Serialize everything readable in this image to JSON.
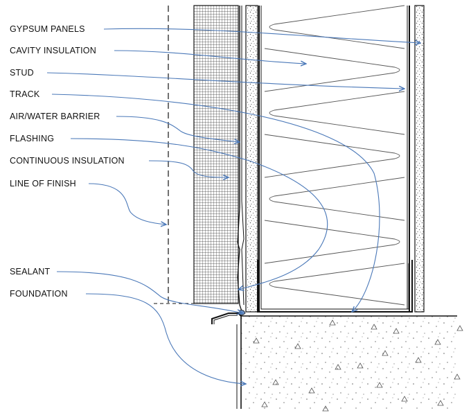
{
  "labels": [
    {
      "id": "gypsum-panels",
      "text": "GYPSUM PANELS"
    },
    {
      "id": "cavity-insulation",
      "text": "CAVITY INSULATION"
    },
    {
      "id": "stud",
      "text": "STUD"
    },
    {
      "id": "track",
      "text": "TRACK"
    },
    {
      "id": "air-water-barrier",
      "text": "AIR/WATER BARRIER"
    },
    {
      "id": "flashing",
      "text": "FLASHING"
    },
    {
      "id": "continuous-insulation",
      "text": "CONTINUOUS INSULATION"
    },
    {
      "id": "line-of-finish",
      "text": "LINE OF FINISH"
    },
    {
      "id": "sealant",
      "text": "SEALANT"
    },
    {
      "id": "foundation",
      "text": "FOUNDATION"
    }
  ],
  "colors": {
    "line": "#111111",
    "leader": "#4a78b8",
    "hatch": "#333333",
    "insulation": "#555555"
  }
}
